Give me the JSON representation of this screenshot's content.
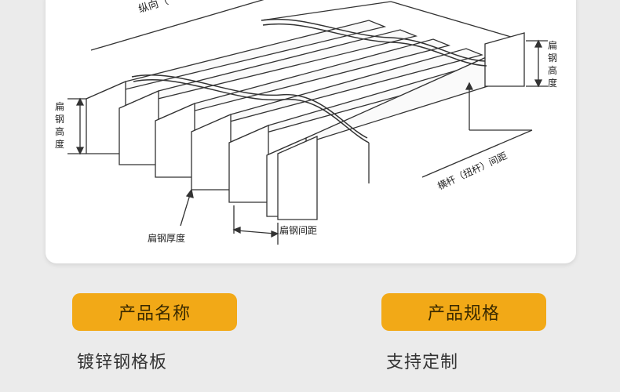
{
  "diagram": {
    "labels": {
      "longitudinal": "纵向（",
      "bar_height_right": [
        "扁",
        "钢",
        "高",
        "度"
      ],
      "bar_height_left": [
        "扁",
        "钢",
        "高",
        "度"
      ],
      "cross_bar_pitch": "横杆（扭杆）间距",
      "bar_thickness": "扁钢厚度",
      "bar_pitch": "扁钢间距"
    }
  },
  "specs": {
    "name_title": "产品名称",
    "name_value": "镀锌钢格板",
    "spec_title": "产品规格",
    "spec_value": "支持定制"
  },
  "colors": {
    "accent": "#f2a917",
    "card": "#ffffff",
    "background": "#ebebeb"
  }
}
